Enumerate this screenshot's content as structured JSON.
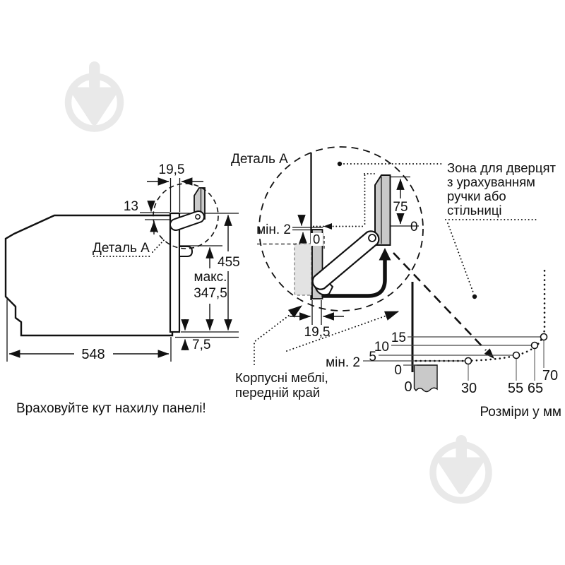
{
  "side_view": {
    "detail_label": "Деталь A",
    "dim_top_gap": "19,5",
    "dim_hinge": "13",
    "dim_height": "455",
    "dim_max_line1": "макс.",
    "dim_max_line2": "347,5",
    "dim_bottom_gap": "7,5",
    "dim_depth": "548"
  },
  "detail_view": {
    "title": "Деталь A",
    "dim_min_gap": "мін. 2",
    "dim_zero_cabinet": "0",
    "dim_door_height": "75",
    "dim_zero_door": "0",
    "dim_panel_thickness": "19,5"
  },
  "notes": {
    "door_zone_line1": "Зона для дверцят",
    "door_zone_line2": "з урахуванням",
    "door_zone_line3": "ручки або",
    "door_zone_line4": "стільниці",
    "furniture_line1": "Корпусні меблі,",
    "furniture_line2": "передній край",
    "tilt_warning": "Враховуйте кут нахилу панелі!",
    "units": "Розміри у мм"
  },
  "clearance_chart": {
    "type": "line",
    "title": "",
    "y_tick_labels": [
      "15",
      "10",
      "5",
      "мін. 2",
      "0"
    ],
    "x_tick_labels": [
      "0",
      "30",
      "55",
      "65",
      "70"
    ],
    "x": [
      30,
      55,
      65,
      70
    ],
    "points": [
      {
        "x": 30,
        "y": 2
      },
      {
        "x": 55,
        "y": 5
      },
      {
        "x": 65,
        "y": 10
      },
      {
        "x": 70,
        "y": 15
      }
    ]
  },
  "colors": {
    "line": "#111111",
    "panel_gray": "#c9c9c9",
    "zone_gray": "#e3e3e3",
    "watermark": "#e9e9e9"
  }
}
